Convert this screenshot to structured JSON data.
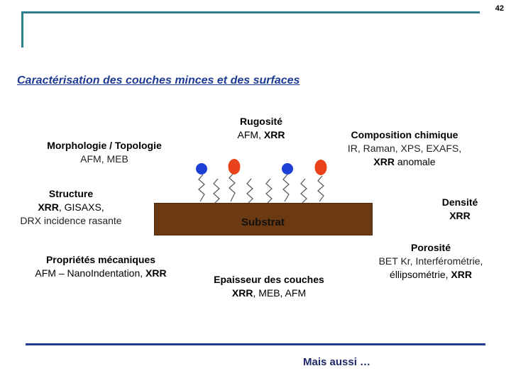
{
  "page_number": "42",
  "title": "Caractérisation des couches minces et des surfaces",
  "morphologie": {
    "heading": "Morphologie / Topologie",
    "line1": "AFM, MEB"
  },
  "structure": {
    "heading": "Structure",
    "line1_b": "XRR",
    "line1_r": ", GISAXS,",
    "line2": "DRX incidence rasante"
  },
  "proprietes": {
    "heading": "Propriétés mécaniques",
    "line1_r": "AFM – NanoIndentation, ",
    "line1_b": "XRR"
  },
  "rugosite": {
    "heading": "Rugosité",
    "line1_r": "AFM, ",
    "line1_b": "XRR"
  },
  "composition": {
    "heading": "Composition chimique",
    "line1": "IR, Raman, XPS, EXAFS,",
    "line2_b": "XRR",
    "line2_r": " anomale"
  },
  "densite": {
    "heading": "Densité",
    "line1_b": "XRR"
  },
  "porosite": {
    "heading": "Porosité",
    "line1": "BET Kr, Interférométrie,",
    "line2_r": "éllipsométrie, ",
    "line2_b": "XRR"
  },
  "epaisseur": {
    "heading": "Epaisseur des couches",
    "line1_b": "XRR",
    "line1_r": ", MEB, AFM"
  },
  "substrate_label": "Substrat",
  "mais_aussi": "Mais aussi …",
  "colors": {
    "accent_teal": "#2e7d8c",
    "title_blue": "#1f3a93",
    "substrate_brown": "#6b3a12",
    "ball_blue": "#1e3fd6",
    "ball_red": "#e8431c"
  }
}
